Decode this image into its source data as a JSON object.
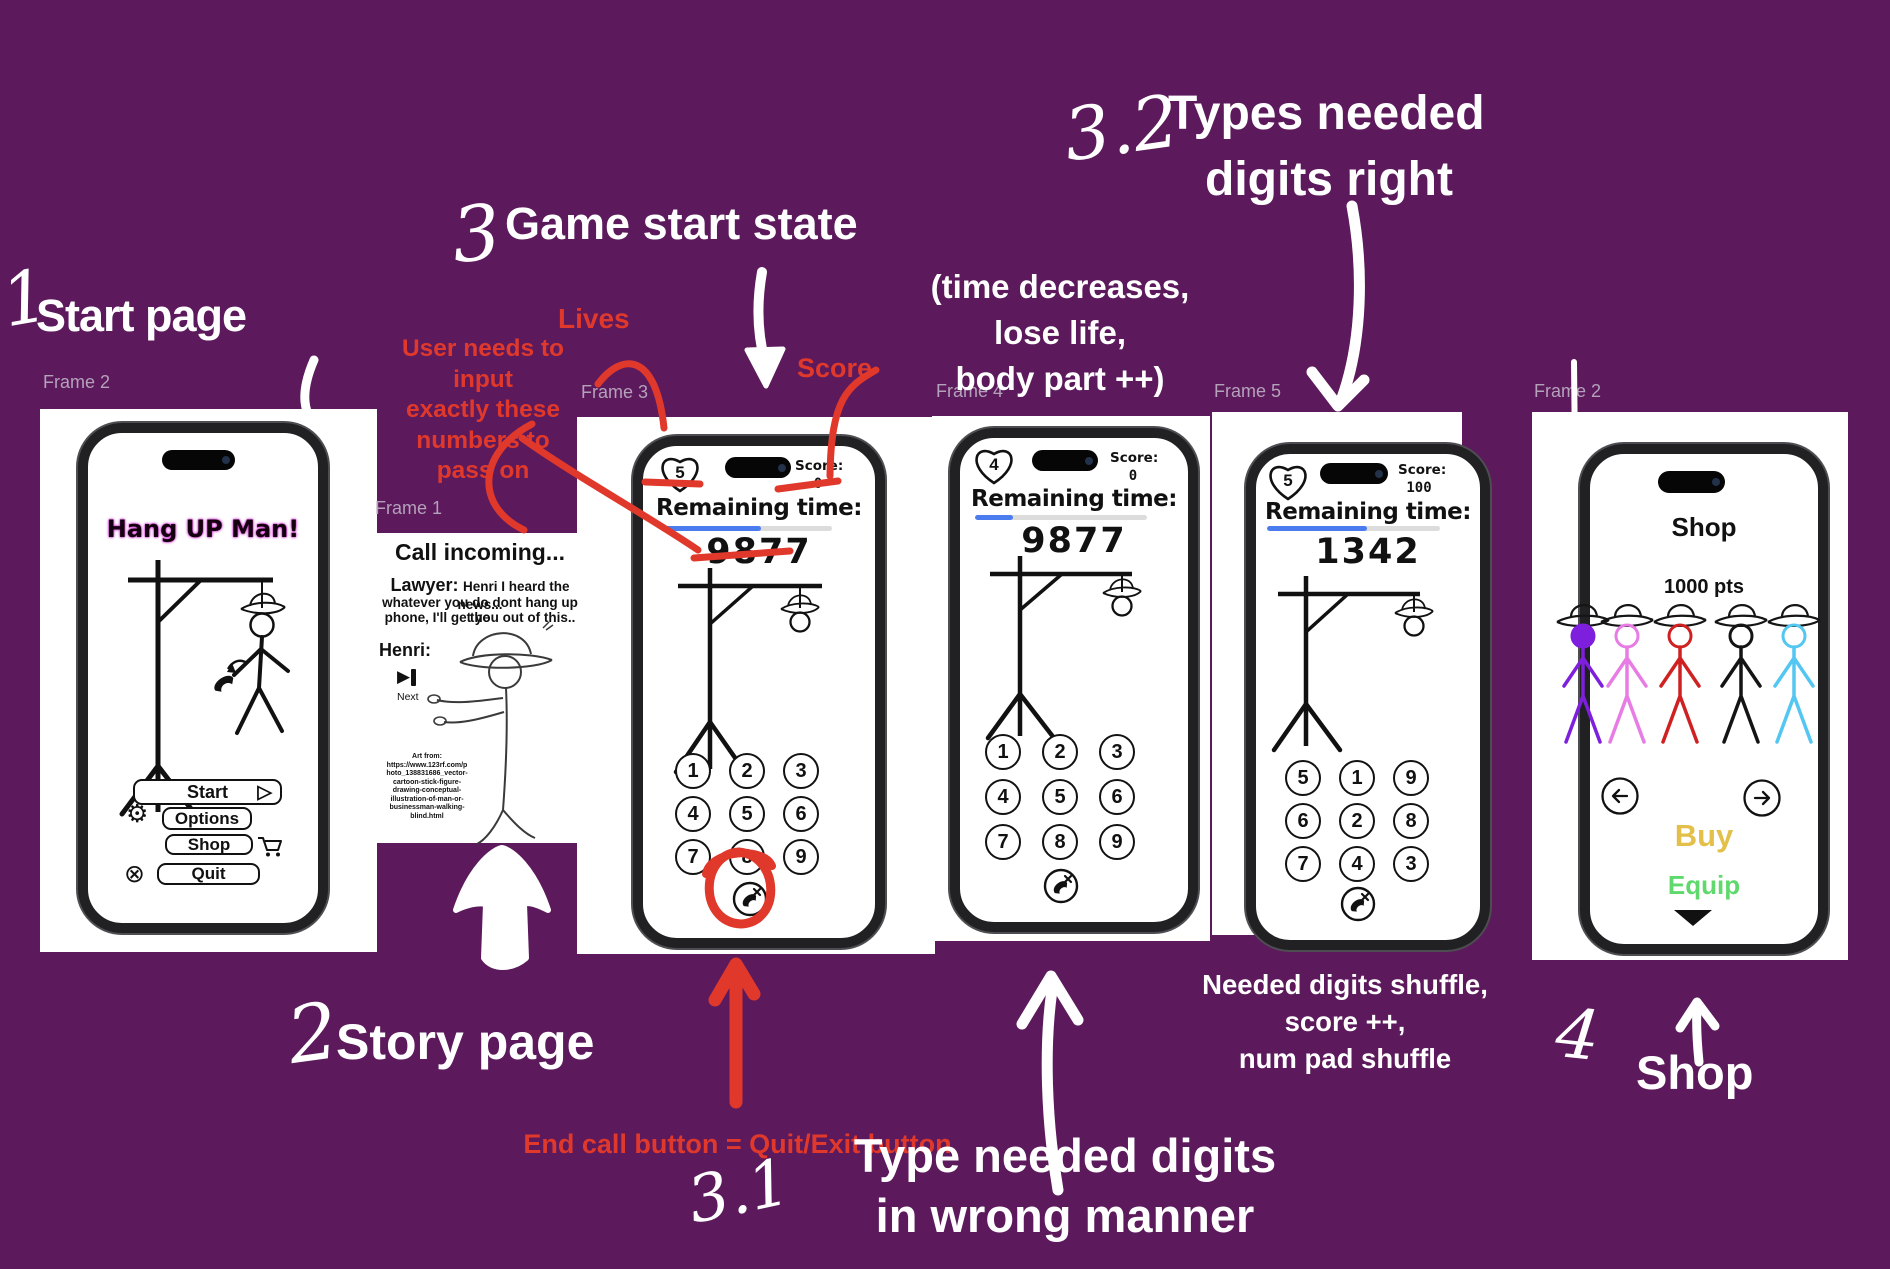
{
  "canvas": {
    "bg": "#5c195c",
    "frame_label_color": "#b4a2ba",
    "annotation_red": "#e0392b",
    "progress_blue": "#4a7cf0"
  },
  "steps": {
    "n1": "1",
    "n2": "2",
    "n3": "3",
    "n31": "3.1",
    "n32": "3.2",
    "n4": "4"
  },
  "notes": {
    "start_page": "Start page",
    "story_page": "Story page",
    "game_start": "Game start state",
    "types_line1": "Types needed",
    "types_line2": "digits right",
    "time_line1": "(time decreases,",
    "time_line2": "lose life,",
    "time_line3": "body part ++)",
    "lives": "Lives",
    "score": "Score",
    "user_line1": "User needs to",
    "user_line2": "input",
    "user_line3": "exactly these",
    "user_line4": "numbers to",
    "user_line5": "pass on",
    "end_call": "End call button = Quit/Exit button",
    "wrong_line1": "Type needed digits",
    "wrong_line2": "in wrong manner",
    "shuffle_line1": "Needed digits shuffle,",
    "shuffle_line2": "score ++,",
    "shuffle_line3": "num pad shuffle",
    "shop_note": "Shop"
  },
  "frames": {
    "start": {
      "label": "Frame 2",
      "title": "Hang UP Man!",
      "btn_start": "Start",
      "btn_options": "Options",
      "btn_shop": "Shop",
      "btn_quit": "Quit"
    },
    "story": {
      "label": "Frame 1",
      "heading": "Call incoming...",
      "lawyer_label": "Lawyer:",
      "lawyer_line1": "Henri I heard the news...",
      "lawyer_line2": "whatever you do dont hang up the",
      "lawyer_line3": "phone, I'll get you out of this..",
      "henri_label": "Henri:",
      "next_label": "Next",
      "art_credit": "Art from: https://www.123rf.com/photo_138831686_vector-cartoon-stick-figure-drawing-conceptual-illustration-of-man-or-businessman-walking-blind.html"
    },
    "game1": {
      "label": "Frame 3",
      "lives": "5",
      "score_label": "Score:",
      "score": "0",
      "time_label": "Remaining time:",
      "time": "9877",
      "progress": 0.58,
      "keypad": [
        "1",
        "2",
        "3",
        "4",
        "5",
        "6",
        "7",
        "8",
        "9"
      ]
    },
    "game2": {
      "label": "Frame 4",
      "lives": "4",
      "score_label": "Score:",
      "score": "0",
      "time_label": "Remaining time:",
      "time": "9877",
      "progress": 0.22,
      "keypad": [
        "1",
        "2",
        "3",
        "4",
        "5",
        "6",
        "7",
        "8",
        "9"
      ]
    },
    "game3": {
      "label": "Frame 5",
      "lives": "5",
      "score_label": "Score:",
      "score": "100",
      "time_label": "Remaining time:",
      "time": "1342",
      "progress": 0.58,
      "keypad": [
        "5",
        "1",
        "9",
        "6",
        "2",
        "8",
        "7",
        "4",
        "3"
      ]
    },
    "shop": {
      "label": "Frame 2",
      "title": "Shop",
      "points": "1000 pts",
      "buy": "Buy",
      "equip": "Equip",
      "buy_color": "#e3c04a",
      "equip_color": "#5fd96b",
      "figure_colors": [
        "#7d1fdd",
        "#e77de4",
        "#cf2121",
        "#141414",
        "#54c6f2"
      ]
    }
  }
}
